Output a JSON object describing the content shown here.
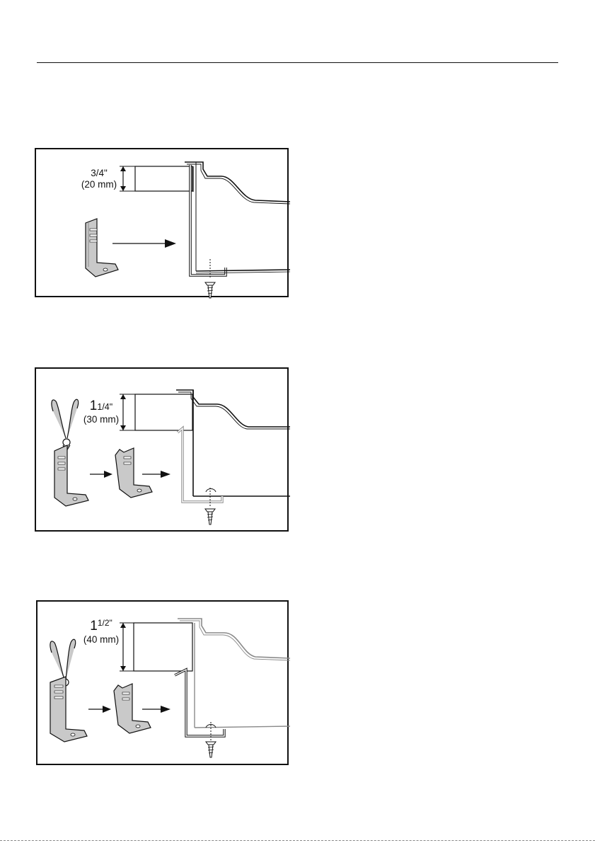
{
  "figures": [
    {
      "id": "fig1",
      "measure": "3/4\"",
      "metric": "(20 mm)"
    },
    {
      "id": "fig2",
      "measure_whole": "1",
      "measure_frac": "1/4\"",
      "metric": "(30 mm)"
    },
    {
      "id": "fig3",
      "measure_whole": "1",
      "measure_frac": "1/2\"",
      "metric": "(40 mm)"
    }
  ],
  "colors": {
    "line": "#111111",
    "metal": "#c9c9c9",
    "metal_dark": "#8a8a8a"
  },
  "icons": [
    "bracket-icon",
    "pliers-icon",
    "screw-icon",
    "arrow-right-icon",
    "double-arrow-icon"
  ]
}
